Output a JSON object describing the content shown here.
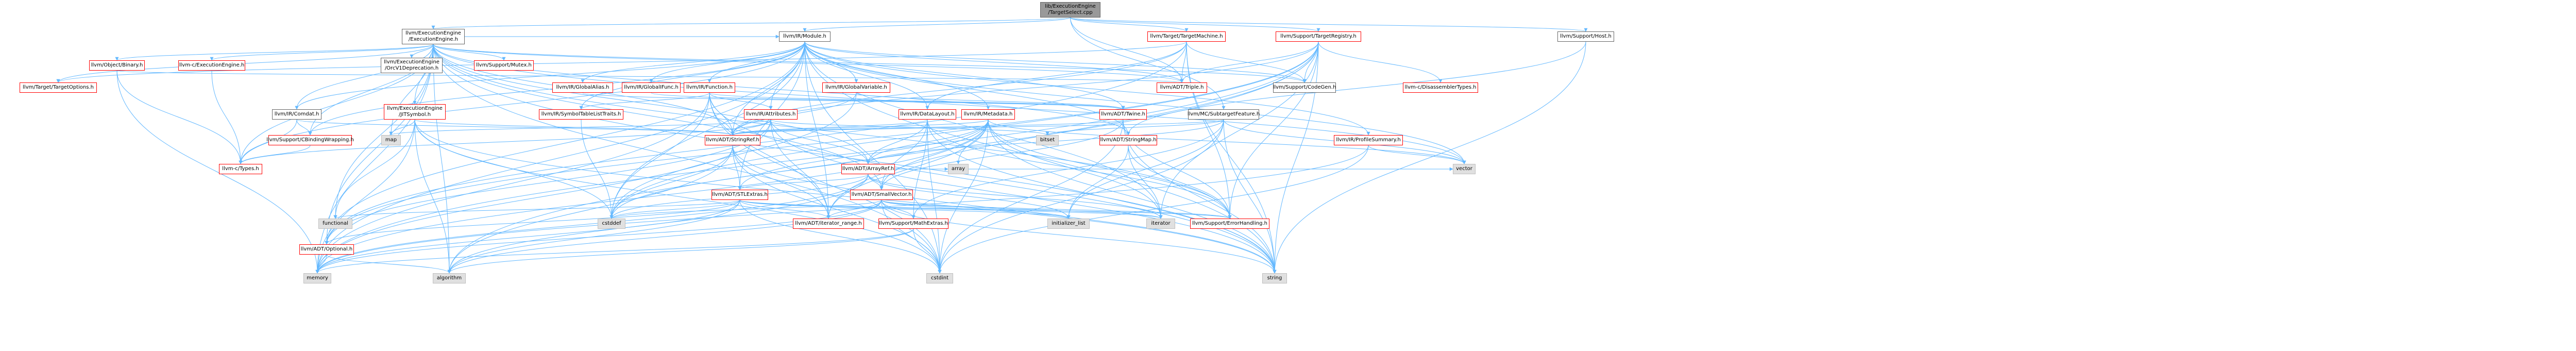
{
  "colors": {
    "root_fill": "#999999",
    "edge": "#63b8ff",
    "border_linked": "#ff0000",
    "border_plain": "#666666",
    "system_fill": "#e0e0e0",
    "system_border": "#bfbfbf"
  },
  "nodes": [
    {
      "id": "root",
      "label": "lib/ExecutionEngine\n/TargetSelect.cpp",
      "style": "root"
    },
    {
      "id": "ee",
      "label": "llvm/ExecutionEngine\n/ExecutionEngine.h",
      "style": "black"
    },
    {
      "id": "module",
      "label": "llvm/IR/Module.h",
      "style": "black"
    },
    {
      "id": "targetmachine",
      "label": "llvm/Target/TargetMachine.h",
      "style": "red"
    },
    {
      "id": "targetregistry",
      "label": "llvm/Support/TargetRegistry.h",
      "style": "red"
    },
    {
      "id": "supporthost",
      "label": "llvm/Support/Host.h",
      "style": "black"
    },
    {
      "id": "objbinary",
      "label": "llvm/Object/Binary.h",
      "style": "red"
    },
    {
      "id": "cexecengine",
      "label": "llvm-c/ExecutionEngine.h",
      "style": "red"
    },
    {
      "id": "orcv1",
      "label": "llvm/ExecutionEngine\n/OrcV1Deprecation.h",
      "style": "black"
    },
    {
      "id": "mutex",
      "label": "llvm/Support/Mutex.h",
      "style": "red"
    },
    {
      "id": "targetoptions",
      "label": "llvm/Target/TargetOptions.h",
      "style": "red"
    },
    {
      "id": "globalalias",
      "label": "llvm/IR/GlobalAlias.h",
      "style": "red"
    },
    {
      "id": "globalifunc",
      "label": "llvm/IR/GlobalIFunc.h",
      "style": "red"
    },
    {
      "id": "function",
      "label": "llvm/IR/Function.h",
      "style": "red"
    },
    {
      "id": "globalvariable",
      "label": "llvm/IR/GlobalVariable.h",
      "style": "red"
    },
    {
      "id": "triple",
      "label": "llvm/ADT/Triple.h",
      "style": "red"
    },
    {
      "id": "codegen",
      "label": "llvm/Support/CodeGen.h",
      "style": "black"
    },
    {
      "id": "cdisasmtypes",
      "label": "llvm-c/DisassemblerTypes.h",
      "style": "red"
    },
    {
      "id": "comdat",
      "label": "llvm/IR/Comdat.h",
      "style": "black"
    },
    {
      "id": "jitsymbol",
      "label": "llvm/ExecutionEngine\n/JITSymbol.h",
      "style": "red"
    },
    {
      "id": "attributes",
      "label": "llvm/IR/Attributes.h",
      "style": "red"
    },
    {
      "id": "symtablelisttraits",
      "label": "llvm/IR/SymbolTableListTraits.h",
      "style": "red"
    },
    {
      "id": "datalayout",
      "label": "llvm/IR/DataLayout.h",
      "style": "red"
    },
    {
      "id": "metadata",
      "label": "llvm/IR/Metadata.h",
      "style": "red"
    },
    {
      "id": "twine",
      "label": "llvm/ADT/Twine.h",
      "style": "red"
    },
    {
      "id": "subtargetfeature",
      "label": "llvm/MC/SubtargetFeature.h",
      "style": "black"
    },
    {
      "id": "cbindingwrapping",
      "label": "llvm/Support/CBindingWrapping.h",
      "style": "red"
    },
    {
      "id": "stringref",
      "label": "llvm/ADT/StringRef.h",
      "style": "red"
    },
    {
      "id": "map",
      "label": "map",
      "style": "gray"
    },
    {
      "id": "bitset",
      "label": "bitset",
      "style": "gray"
    },
    {
      "id": "stringmap",
      "label": "llvm/ADT/StringMap.h",
      "style": "red"
    },
    {
      "id": "profilesummary",
      "label": "llvm/IR/ProfileSummary.h",
      "style": "red"
    },
    {
      "id": "arrayref",
      "label": "llvm/ADT/ArrayRef.h",
      "style": "red"
    },
    {
      "id": "ctypes",
      "label": "llvm-c/Types.h",
      "style": "red"
    },
    {
      "id": "stlextras",
      "label": "llvm/ADT/STLExtras.h",
      "style": "red"
    },
    {
      "id": "smallvector",
      "label": "llvm/ADT/SmallVector.h",
      "style": "red"
    },
    {
      "id": "array",
      "label": "array",
      "style": "gray"
    },
    {
      "id": "vector",
      "label": "vector",
      "style": "gray"
    },
    {
      "id": "functional",
      "label": "functional",
      "style": "gray"
    },
    {
      "id": "optional",
      "label": "llvm/ADT/Optional.h",
      "style": "red"
    },
    {
      "id": "cstddef",
      "label": "cstddef",
      "style": "gray"
    },
    {
      "id": "iteratorrange",
      "label": "llvm/ADT/iterator_range.h",
      "style": "red"
    },
    {
      "id": "mathextras",
      "label": "llvm/Support/MathExtras.h",
      "style": "red"
    },
    {
      "id": "initlist",
      "label": "initializer_list",
      "style": "gray"
    },
    {
      "id": "iterator",
      "label": "iterator",
      "style": "gray"
    },
    {
      "id": "errorhandling",
      "label": "llvm/Support/ErrorHandling.h",
      "style": "red"
    },
    {
      "id": "memory",
      "label": "memory",
      "style": "gray"
    },
    {
      "id": "algorithm",
      "label": "algorithm",
      "style": "gray"
    },
    {
      "id": "cstdint",
      "label": "cstdint",
      "style": "gray"
    },
    {
      "id": "string",
      "label": "string",
      "style": "gray"
    }
  ],
  "edges": [
    [
      "root",
      "ee"
    ],
    [
      "root",
      "module"
    ],
    [
      "root",
      "targetmachine"
    ],
    [
      "root",
      "targetregistry"
    ],
    [
      "root",
      "supporthost"
    ],
    [
      "root",
      "triple"
    ],
    [
      "root",
      "subtargetfeature"
    ],
    [
      "ee",
      "objbinary"
    ],
    [
      "ee",
      "cexecengine"
    ],
    [
      "ee",
      "orcv1"
    ],
    [
      "ee",
      "mutex"
    ],
    [
      "ee",
      "targetoptions"
    ],
    [
      "ee",
      "module"
    ],
    [
      "ee",
      "jitsymbol"
    ],
    [
      "ee",
      "stringref"
    ],
    [
      "ee",
      "stringmap"
    ],
    [
      "ee",
      "arrayref"
    ],
    [
      "ee",
      "optional"
    ],
    [
      "ee",
      "smallvector"
    ],
    [
      "ee",
      "cbindingwrapping"
    ],
    [
      "ee",
      "ctypes"
    ],
    [
      "ee",
      "memory"
    ],
    [
      "ee",
      "string"
    ],
    [
      "ee",
      "vector"
    ],
    [
      "ee",
      "map"
    ],
    [
      "ee",
      "functional"
    ],
    [
      "ee",
      "algorithm"
    ],
    [
      "ee",
      "cstdint"
    ],
    [
      "ee",
      "errorhandling"
    ],
    [
      "ee",
      "triple"
    ],
    [
      "ee",
      "codegen"
    ],
    [
      "ee",
      "comdat"
    ],
    [
      "module",
      "globalalias"
    ],
    [
      "module",
      "globalifunc"
    ],
    [
      "module",
      "function"
    ],
    [
      "module",
      "globalvariable"
    ],
    [
      "module",
      "comdat"
    ],
    [
      "module",
      "datalayout"
    ],
    [
      "module",
      "metadata"
    ],
    [
      "module",
      "attributes"
    ],
    [
      "module",
      "symtablelisttraits"
    ],
    [
      "module",
      "profilesummary"
    ],
    [
      "module",
      "stringref"
    ],
    [
      "module",
      "stringmap"
    ],
    [
      "module",
      "twine"
    ],
    [
      "module",
      "iteratorrange"
    ],
    [
      "module",
      "codegen"
    ],
    [
      "module",
      "ctypes"
    ],
    [
      "module",
      "cbindingwrapping"
    ],
    [
      "module",
      "cstddef"
    ],
    [
      "module",
      "cstdint"
    ],
    [
      "module",
      "iterator"
    ],
    [
      "module",
      "memory"
    ],
    [
      "module",
      "string"
    ],
    [
      "module",
      "vector"
    ],
    [
      "module",
      "optional"
    ],
    [
      "module",
      "stlextras"
    ],
    [
      "module",
      "triple"
    ],
    [
      "targetmachine",
      "triple"
    ],
    [
      "targetmachine",
      "codegen"
    ],
    [
      "targetmachine",
      "targetoptions"
    ],
    [
      "targetmachine",
      "stringref"
    ],
    [
      "targetmachine",
      "datalayout"
    ],
    [
      "targetmachine",
      "optional"
    ],
    [
      "targetmachine",
      "errorhandling"
    ],
    [
      "targetmachine",
      "string"
    ],
    [
      "targetregistry",
      "triple"
    ],
    [
      "targetregistry",
      "codegen"
    ],
    [
      "targetregistry",
      "cdisasmtypes"
    ],
    [
      "targetregistry",
      "stringref"
    ],
    [
      "targetregistry",
      "errorhandling"
    ],
    [
      "targetregistry",
      "optional"
    ],
    [
      "targetregistry",
      "iteratorrange"
    ],
    [
      "targetregistry",
      "algorithm"
    ],
    [
      "targetregistry",
      "cassert"
    ],
    [
      "targetregistry",
      "cstddef"
    ],
    [
      "targetregistry",
      "iterator"
    ],
    [
      "targetregistry",
      "memory"
    ],
    [
      "targetregistry",
      "string"
    ],
    [
      "supporthost",
      "stringmap"
    ],
    [
      "supporthost",
      "string"
    ],
    [
      "subtargetfeature",
      "arrayref"
    ],
    [
      "subtargetfeature",
      "stringref"
    ],
    [
      "subtargetfeature",
      "mathextras"
    ],
    [
      "subtargetfeature",
      "bitset"
    ],
    [
      "subtargetfeature",
      "initlist"
    ],
    [
      "subtargetfeature",
      "string"
    ],
    [
      "subtargetfeature",
      "vector"
    ],
    [
      "subtargetfeature",
      "cstdint"
    ],
    [
      "objbinary",
      "ctypes"
    ],
    [
      "objbinary",
      "triple"
    ],
    [
      "objbinary",
      "memory"
    ],
    [
      "objbinary",
      "utility"
    ],
    [
      "cexecengine",
      "ctypes"
    ],
    [
      "jitsymbol",
      "stringref"
    ],
    [
      "jitsymbol",
      "functional"
    ],
    [
      "jitsymbol",
      "map"
    ],
    [
      "jitsymbol",
      "memory"
    ],
    [
      "jitsymbol",
      "string"
    ],
    [
      "jitsymbol",
      "algorithm"
    ],
    [
      "jitsymbol",
      "cstddef"
    ],
    [
      "jitsymbol",
      "cstdint"
    ],
    [
      "comdat",
      "stringref"
    ],
    [
      "comdat",
      "cbindingwrapping"
    ],
    [
      "comdat",
      "ctypes"
    ],
    [
      "function",
      "attributes"
    ],
    [
      "function",
      "symtablelisttraits"
    ],
    [
      "function",
      "twine"
    ],
    [
      "function",
      "stringref"
    ],
    [
      "function",
      "iteratorrange"
    ],
    [
      "function",
      "memory"
    ],
    [
      "function",
      "string"
    ],
    [
      "function",
      "cstddef"
    ],
    [
      "function",
      "cstdint"
    ],
    [
      "attributes",
      "arrayref"
    ],
    [
      "attributes",
      "stringref"
    ],
    [
      "attributes",
      "optional"
    ],
    [
      "attributes",
      "iteratorrange"
    ],
    [
      "attributes",
      "bitset"
    ],
    [
      "attributes",
      "map"
    ],
    [
      "attributes",
      "cassert"
    ],
    [
      "attributes",
      "memory"
    ],
    [
      "attributes",
      "string"
    ],
    [
      "attributes",
      "ctypes"
    ],
    [
      "datalayout",
      "arrayref"
    ],
    [
      "datalayout",
      "smallvector"
    ],
    [
      "datalayout",
      "stringref"
    ],
    [
      "datalayout",
      "mathextras"
    ],
    [
      "datalayout",
      "errorhandling"
    ],
    [
      "datalayout",
      "string"
    ],
    [
      "datalayout",
      "cstdint"
    ],
    [
      "metadata",
      "arrayref"
    ],
    [
      "metadata",
      "stlextras"
    ],
    [
      "metadata",
      "smallvector"
    ],
    [
      "metadata",
      "stringref"
    ],
    [
      "metadata",
      "iteratorrange"
    ],
    [
      "metadata",
      "errorhandling"
    ],
    [
      "metadata",
      "iterator"
    ],
    [
      "metadata",
      "memory"
    ],
    [
      "metadata",
      "string"
    ],
    [
      "metadata",
      "vector"
    ],
    [
      "metadata",
      "cstddef"
    ],
    [
      "metadata",
      "cstdint"
    ],
    [
      "metadata",
      "array"
    ],
    [
      "twine",
      "smallvector"
    ],
    [
      "twine",
      "stringref"
    ],
    [
      "twine",
      "errorhandling"
    ],
    [
      "twine",
      "string"
    ],
    [
      "twine",
      "cstdint"
    ],
    [
      "stringref",
      "stlextras"
    ],
    [
      "stringref",
      "iteratorrange"
    ],
    [
      "stringref",
      "algorithm"
    ],
    [
      "stringref",
      "cstddef"
    ],
    [
      "stringref",
      "string"
    ],
    [
      "stringref",
      "cstdint"
    ],
    [
      "arrayref",
      "stlextras"
    ],
    [
      "arrayref",
      "smallvector"
    ],
    [
      "arrayref",
      "iterator"
    ],
    [
      "arrayref",
      "memory"
    ],
    [
      "arrayref",
      "array"
    ],
    [
      "arrayref",
      "algorithm"
    ],
    [
      "arrayref",
      "vector"
    ],
    [
      "arrayref",
      "cstddef"
    ],
    [
      "arrayref",
      "initlist"
    ],
    [
      "stlextras",
      "iteratorrange"
    ],
    [
      "stlextras",
      "optional"
    ],
    [
      "stlextras",
      "functional"
    ],
    [
      "stlextras",
      "algorithm"
    ],
    [
      "stlextras",
      "cstddef"
    ],
    [
      "stlextras",
      "iterator"
    ],
    [
      "stlextras",
      "memory"
    ],
    [
      "stlextras",
      "initlist"
    ],
    [
      "stlextras",
      "errorhandling"
    ],
    [
      "stlextras",
      "cstdint"
    ],
    [
      "smallvector",
      "iteratorrange"
    ],
    [
      "smallvector",
      "mathextras"
    ],
    [
      "smallvector",
      "memory"
    ],
    [
      "smallvector",
      "algorithm"
    ],
    [
      "smallvector",
      "cstddef"
    ],
    [
      "smallvector",
      "cstdint"
    ],
    [
      "smallvector",
      "iterator"
    ],
    [
      "smallvector",
      "initlist"
    ],
    [
      "smallvector",
      "string"
    ],
    [
      "smallvector",
      "errorhandling"
    ],
    [
      "stringmap",
      "iterator"
    ],
    [
      "stringmap",
      "errorhandling"
    ],
    [
      "stringmap",
      "initlist"
    ],
    [
      "optional",
      "memory"
    ],
    [
      "optional",
      "algorithm"
    ],
    [
      "mathextras",
      "algorithm"
    ],
    [
      "mathextras",
      "cstdint"
    ],
    [
      "mathextras",
      "memory"
    ],
    [
      "profilesummary",
      "vector"
    ],
    [
      "profilesummary",
      "cstdint"
    ],
    [
      "profilesummary",
      "memory"
    ],
    [
      "symtablelisttraits",
      "cstddef"
    ],
    [
      "cbindingwrapping",
      "ctypes"
    ],
    [
      "globalvariable",
      "twine"
    ],
    [
      "globalvariable",
      "stringref"
    ],
    [
      "globalvariable",
      "cstddef"
    ],
    [
      "globalalias",
      "twine"
    ],
    [
      "globalifunc",
      "twine"
    ]
  ]
}
